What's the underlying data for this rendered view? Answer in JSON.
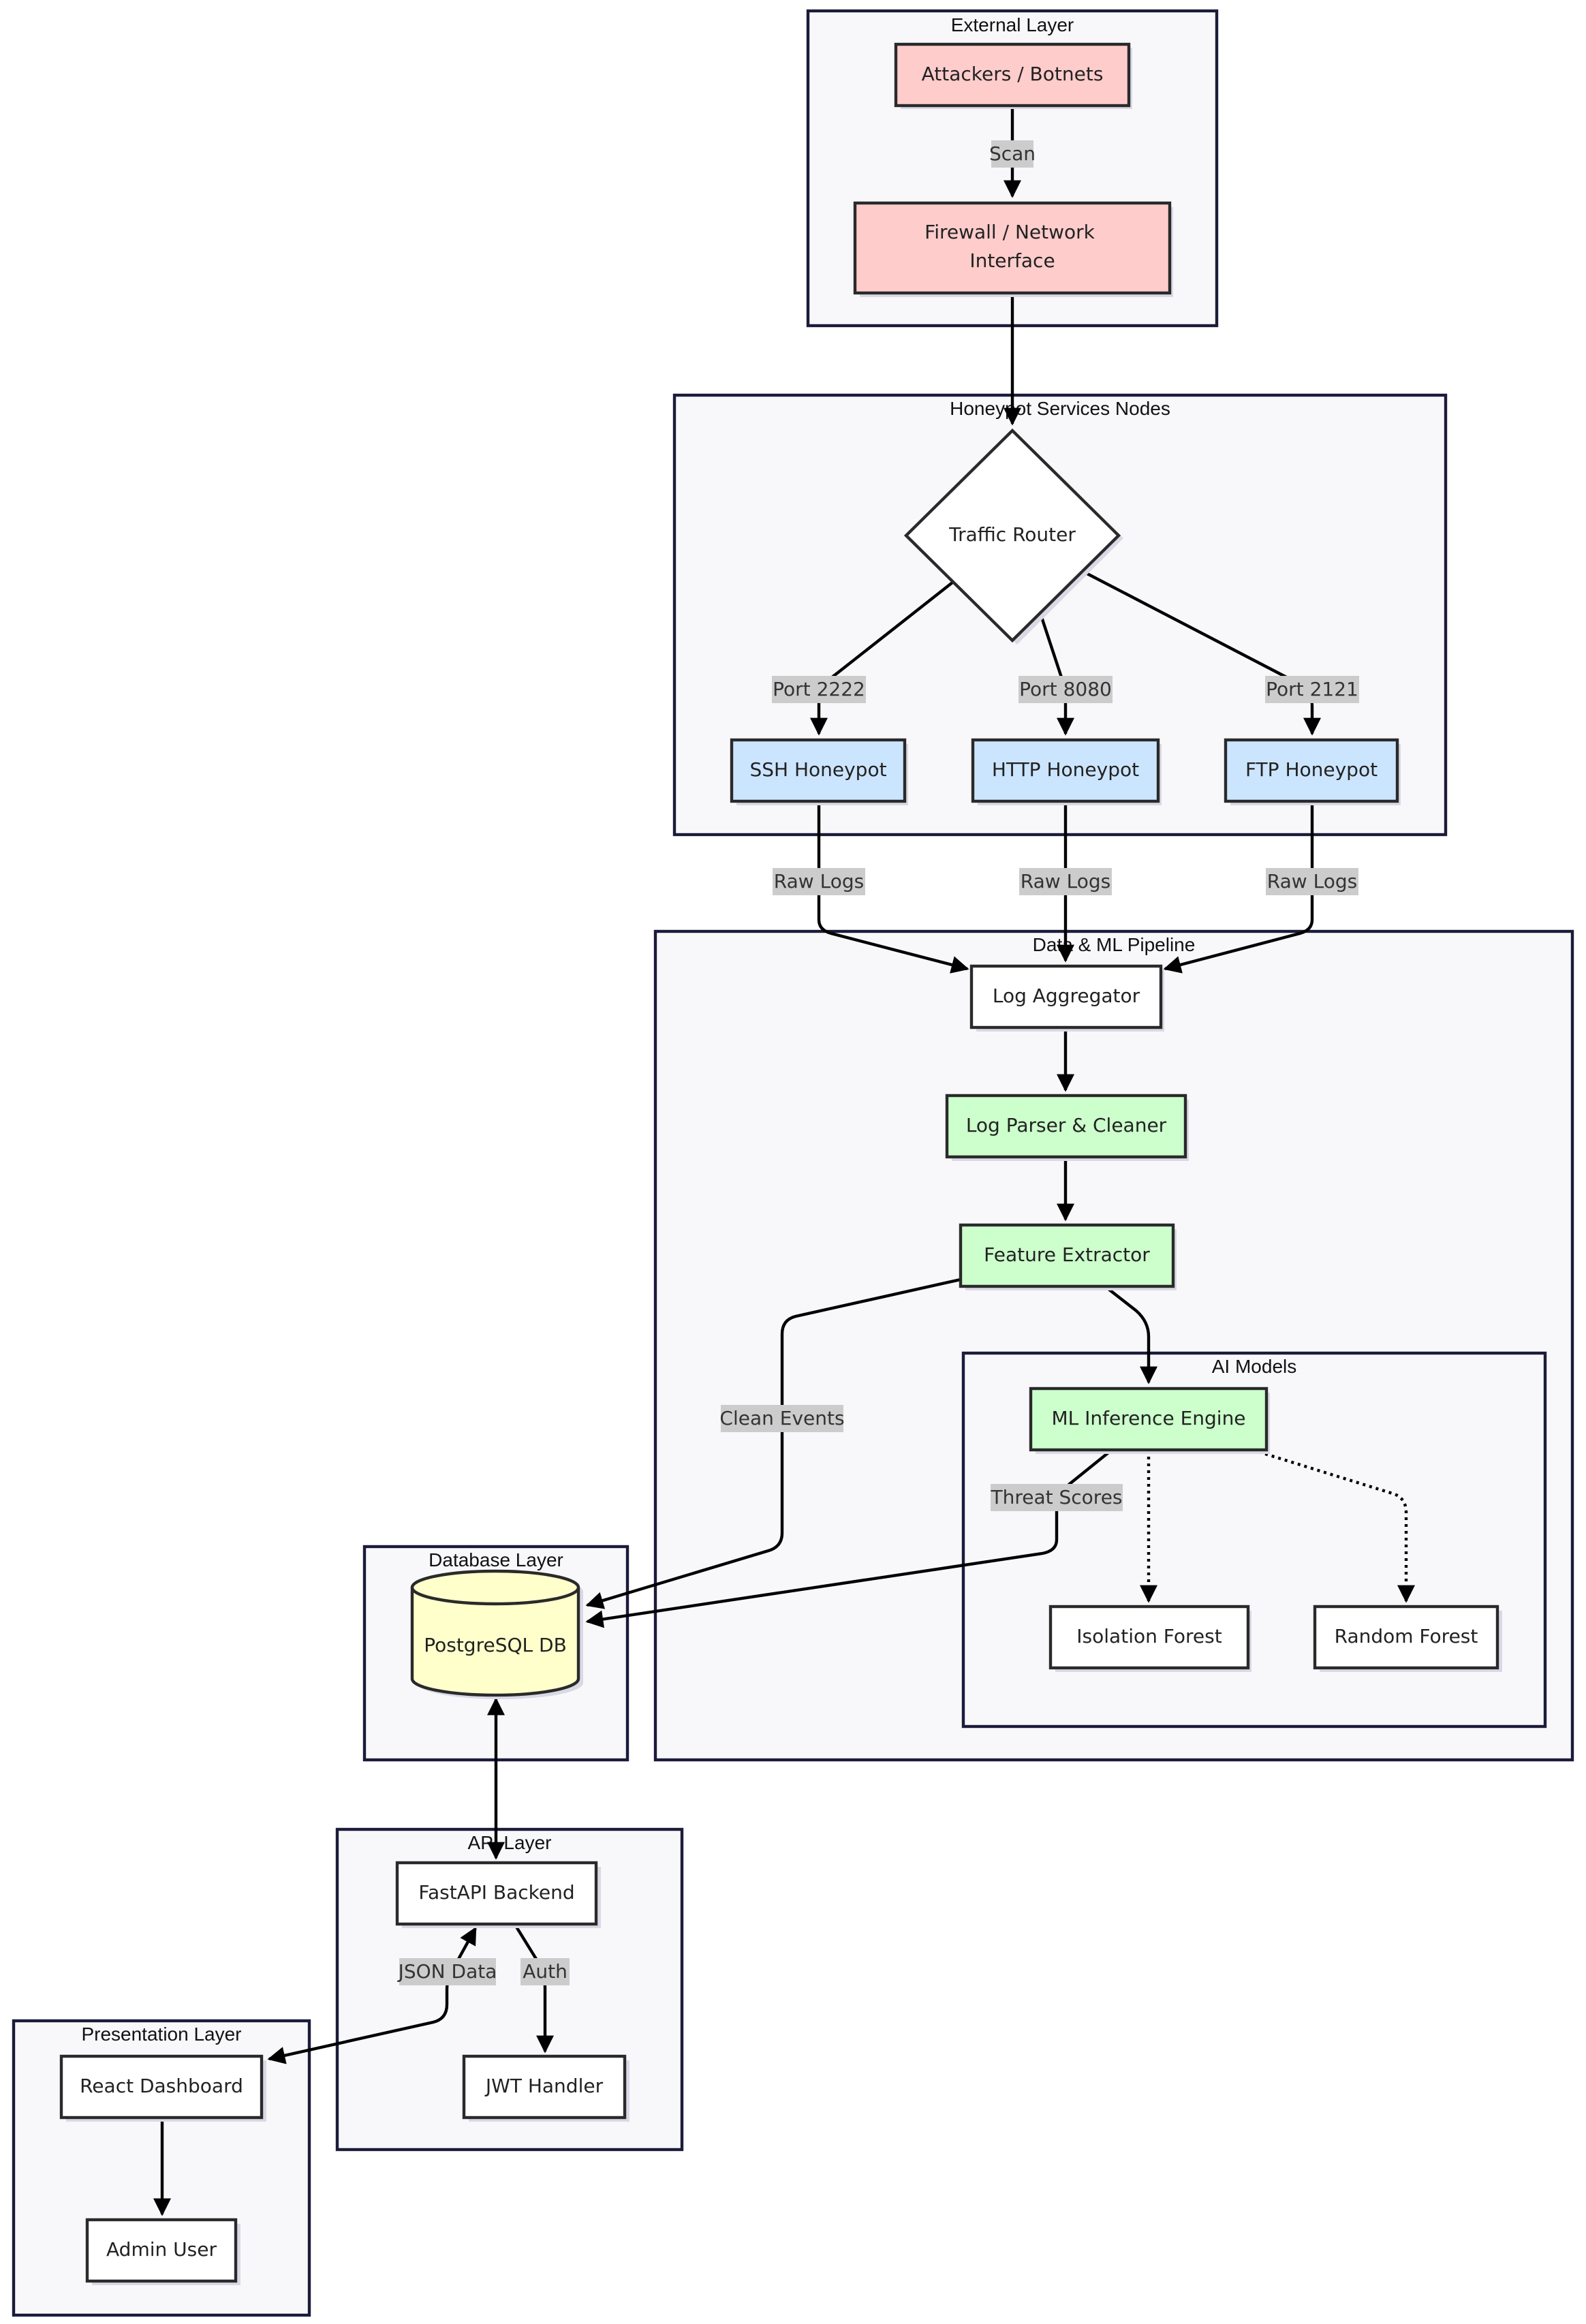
{
  "colors": {
    "external": "#ffcccc",
    "honeypot": "#cce5ff",
    "pipeline": "#ccffcc",
    "database": "#ffffcc",
    "plain": "#ffffff",
    "cluster_fill": "#f8f8fb",
    "cluster_stroke": "#1b1b3a"
  },
  "clusters": {
    "external": "External Layer",
    "honeypot": "Honeypot Services Nodes",
    "pipeline": "Data & ML Pipeline",
    "ai": "AI Models",
    "database": "Database Layer",
    "api": "API Layer",
    "presentation": "Presentation Layer"
  },
  "nodes": {
    "attackers": "Attackers / Botnets",
    "firewall_1": "Firewall / Network",
    "firewall_2": "Interface",
    "router": "Traffic Router",
    "ssh": "SSH Honeypot",
    "http": "HTTP Honeypot",
    "ftp": "FTP Honeypot",
    "aggregator": "Log Aggregator",
    "parser": "Log Parser & Cleaner",
    "extractor": "Feature Extractor",
    "ml_engine": "ML Inference Engine",
    "isolation": "Isolation Forest",
    "random": "Random Forest",
    "db": "PostgreSQL DB",
    "fastapi": "FastAPI Backend",
    "jwt": "JWT Handler",
    "react": "React Dashboard",
    "admin": "Admin User"
  },
  "edge_labels": {
    "scan": "Scan",
    "port_ssh": "Port 2222",
    "port_http": "Port 8080",
    "port_ftp": "Port 2121",
    "raw_ssh": "Raw Logs",
    "raw_http": "Raw Logs",
    "raw_ftp": "Raw Logs",
    "clean": "Clean Events",
    "threat": "Threat Scores",
    "json": "JSON Data",
    "auth": "Auth"
  }
}
